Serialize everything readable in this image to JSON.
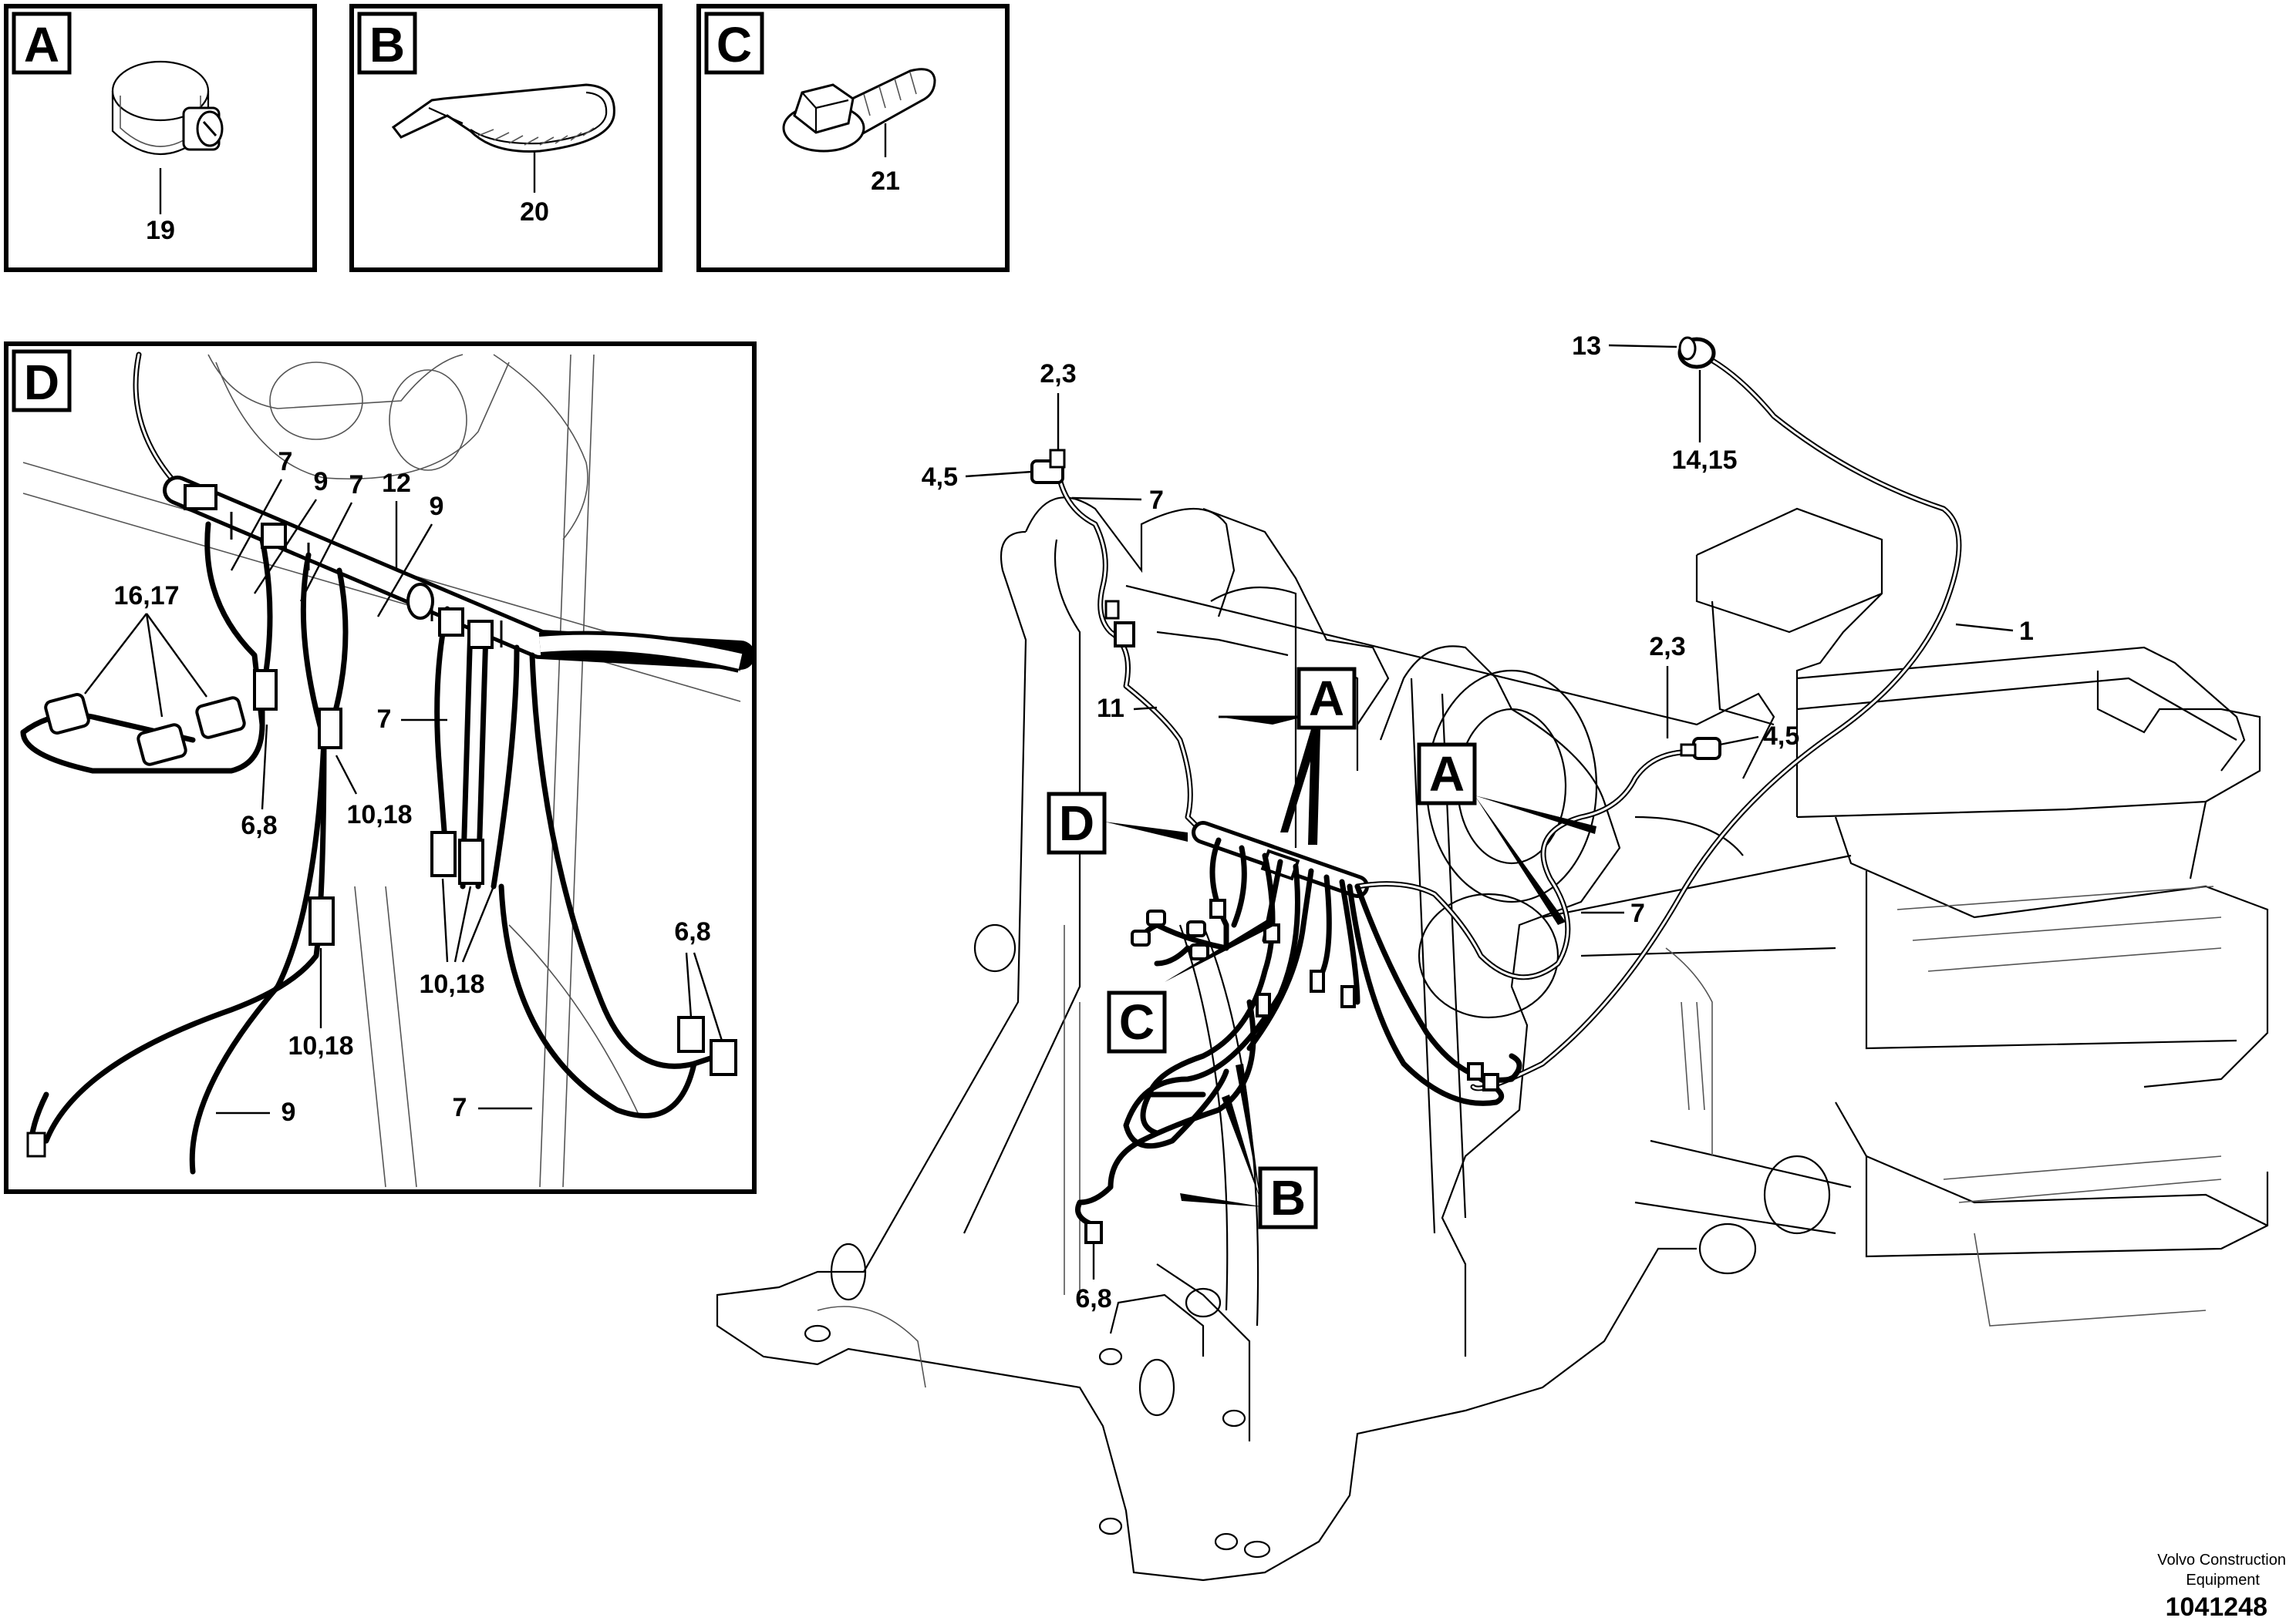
{
  "detail_boxes": {
    "a": {
      "letter": "A",
      "part": "19"
    },
    "b": {
      "letter": "B",
      "part": "20"
    },
    "c": {
      "letter": "C",
      "part": "21"
    }
  },
  "detail_d": {
    "letter": "D",
    "callouts": {
      "c7a": "7",
      "c9a": "9",
      "c7b": "7",
      "c12": "12",
      "c9b": "9",
      "c1617": "16,17",
      "c68a": "6,8",
      "c1018a": "10,18",
      "c7c": "7",
      "c1018b": "10,18",
      "c1018c": "10,18",
      "c68b": "6,8",
      "c9c": "9",
      "c7d": "7"
    }
  },
  "main": {
    "callouts": {
      "c23a": "2,3",
      "c45a": "4,5",
      "c7a": "7",
      "c11": "11",
      "c13": "13",
      "c1415": "14,15",
      "c1": "1",
      "c23b": "2,3",
      "c45b": "4,5",
      "c7b": "7",
      "c68": "6,8"
    },
    "boxes": {
      "a1": "A",
      "a2": "A",
      "d": "D",
      "c": "C",
      "b": "B"
    }
  },
  "footer": {
    "brand_line1": "Volvo Construction",
    "brand_line2": "Equipment",
    "number": "1041248"
  }
}
